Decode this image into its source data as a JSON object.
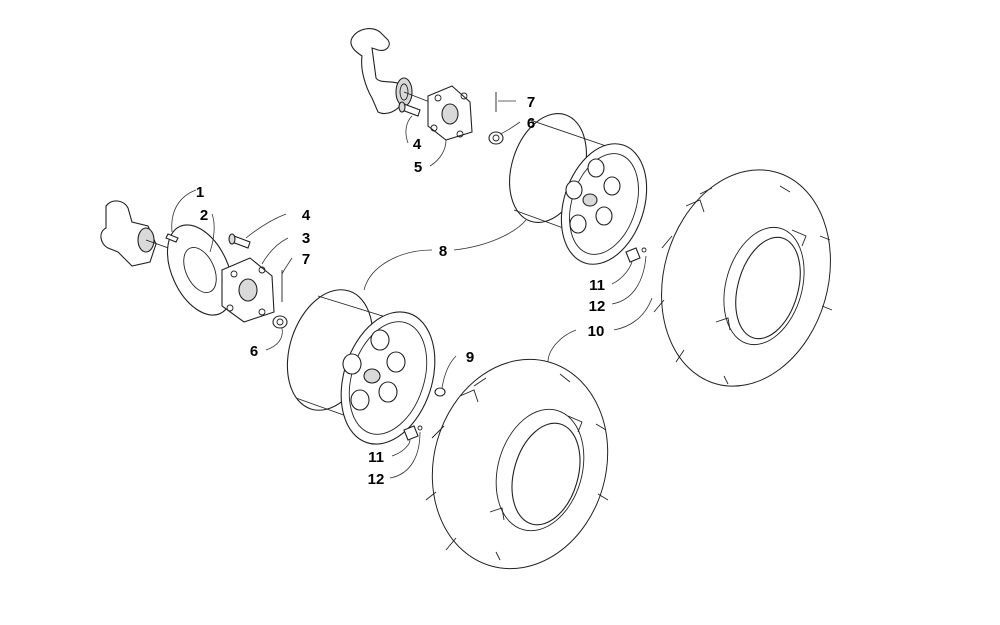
{
  "diagram": {
    "callouts": [
      {
        "id": "c1",
        "label": "1"
      },
      {
        "id": "c2",
        "label": "2"
      },
      {
        "id": "c4a",
        "label": "4"
      },
      {
        "id": "c3",
        "label": "3"
      },
      {
        "id": "c7a",
        "label": "7"
      },
      {
        "id": "c6a",
        "label": "6"
      },
      {
        "id": "c7b",
        "label": "7"
      },
      {
        "id": "c6b",
        "label": "6"
      },
      {
        "id": "c4b",
        "label": "4"
      },
      {
        "id": "c5",
        "label": "5"
      },
      {
        "id": "c8",
        "label": "8"
      },
      {
        "id": "c9",
        "label": "9"
      },
      {
        "id": "c11a",
        "label": "11"
      },
      {
        "id": "c12a",
        "label": "12"
      },
      {
        "id": "c10",
        "label": "10"
      },
      {
        "id": "c11b",
        "label": "11"
      },
      {
        "id": "c12b",
        "label": "12"
      }
    ],
    "colors": {
      "line": "#222222",
      "fill": "#ffffff",
      "shade": "#d9d9d9"
    }
  }
}
